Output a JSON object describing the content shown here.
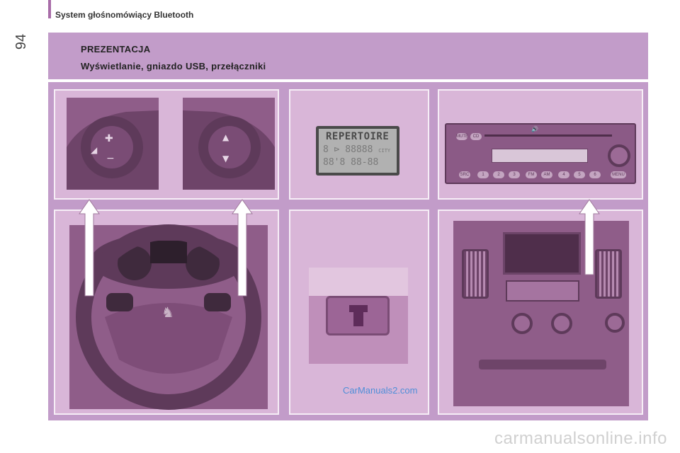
{
  "page": {
    "number": "94",
    "section_title": "System głośnomówiący Bluetooth"
  },
  "title_box": {
    "heading": "PREZENTACJA",
    "subheading": "Wyświetlanie, gniazdo USB, przełączniki"
  },
  "display": {
    "title": "REPERTOIRE",
    "row1": "8 ⊳  88888",
    "row1_suffix": "CITY",
    "row2": "88'8  88-88"
  },
  "radio": {
    "brand": "🔊",
    "top_buttons": [
      "MUTE",
      "CD"
    ],
    "bottom_buttons": [
      "SRC",
      "1",
      "2",
      "3",
      "FM",
      "AM",
      "4",
      "5",
      "6",
      "MENU"
    ]
  },
  "watermarks": {
    "inline": "CarManuals2.com",
    "footer": "carmanualsonline.info"
  },
  "colors": {
    "panel_bg": "#c29cc9",
    "panel_border": "#f6eef6",
    "accent": "#a86ca8"
  }
}
